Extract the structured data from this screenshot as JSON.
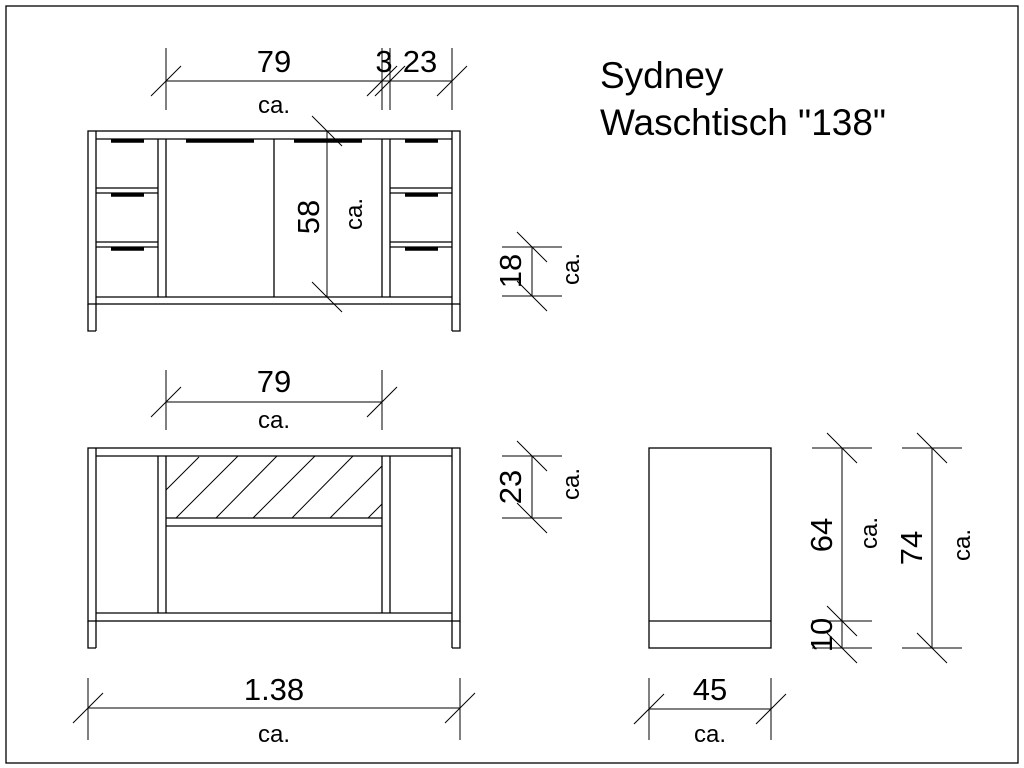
{
  "title": {
    "line1": "Sydney",
    "line2": "Waschtisch \"138\""
  },
  "approx_label": "ca.",
  "top_view": {
    "dim_width_center": "79",
    "dim_gap": "3",
    "dim_width_side": "23",
    "dim_height_cabinet": "58",
    "dim_drawer_height": "18"
  },
  "front_view": {
    "dim_width_center": "79",
    "dim_basin_height": "23",
    "dim_total_width": "1.38"
  },
  "side_view": {
    "dim_depth": "45",
    "dim_body_height": "64",
    "dim_leg_height": "10",
    "dim_total_height": "74"
  }
}
